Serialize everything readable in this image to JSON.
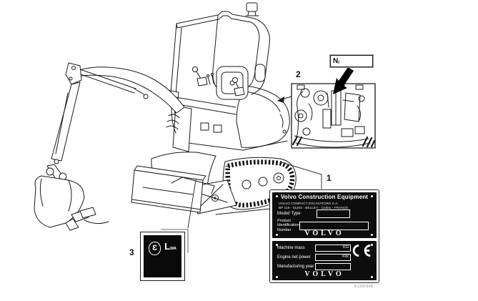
{
  "figure": {
    "ref_code": "E1300948",
    "callouts": {
      "product_plate": "1",
      "engine_detail_view": "2",
      "noise_label": "3"
    }
  },
  "ni_label": {
    "base": "N",
    "subscript": "i"
  },
  "noise_label": {
    "epsilon_symbol": "Ɛ",
    "base": "L",
    "subscript": "WA"
  },
  "product_plate": {
    "header": "Volvo Construction Equipment",
    "address": [
      "VOLVO COMPACT EXCAVATORS S.A.",
      "BP 119 - 01303 - BELLEY - Cedex - FRANCE"
    ],
    "model_type_label": "Model/ Type",
    "pin_label": [
      "Product",
      "Identification",
      "Number"
    ],
    "brand_logo": "VOLVO"
  },
  "spec_plate": {
    "machine_mass_label": "Machine mass",
    "machine_mass_unit": "KG",
    "engine_power_label": "Engine net power",
    "engine_power_unit": "KW",
    "manufacturing_year_label": "Manufacturing year",
    "ce_mark": "CE",
    "brand_logo": "VOLVO"
  },
  "colors": {
    "line": "#1a1a1a",
    "plate_background": "#0d0d0d",
    "label_background": "#0a0a0a",
    "leader_gray": "#999999"
  }
}
